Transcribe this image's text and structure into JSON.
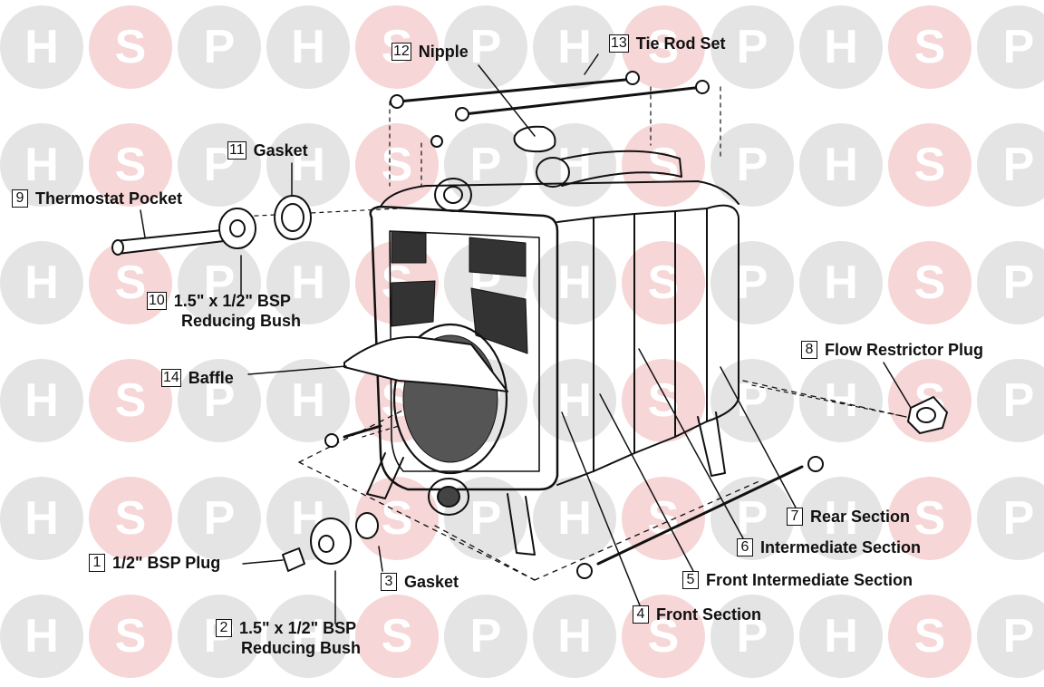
{
  "watermark": {
    "letters": [
      "H",
      "S",
      "P"
    ],
    "colors": {
      "grey": "#e4e4e4",
      "pink": "#f6d6d6"
    }
  },
  "parts": [
    {
      "num": "1",
      "text": "1/2\" BSP Plug"
    },
    {
      "num": "2",
      "line1": "1.5\" x 1/2\" BSP",
      "line2": "Reducing Bush"
    },
    {
      "num": "3",
      "text": "Gasket"
    },
    {
      "num": "4",
      "text": "Front Section"
    },
    {
      "num": "5",
      "text": "Front Intermediate Section"
    },
    {
      "num": "6",
      "text": "Intermediate Section"
    },
    {
      "num": "7",
      "text": "Rear Section"
    },
    {
      "num": "8",
      "text": "Flow Restrictor Plug"
    },
    {
      "num": "9",
      "text": "Thermostat Pocket"
    },
    {
      "num": "10",
      "line1": "1.5\" x 1/2\" BSP",
      "line2": "Reducing Bush"
    },
    {
      "num": "11",
      "text": "Gasket"
    },
    {
      "num": "12",
      "text": "Nipple"
    },
    {
      "num": "13",
      "text": "Tie Rod Set"
    },
    {
      "num": "14",
      "text": "Baffle"
    }
  ]
}
